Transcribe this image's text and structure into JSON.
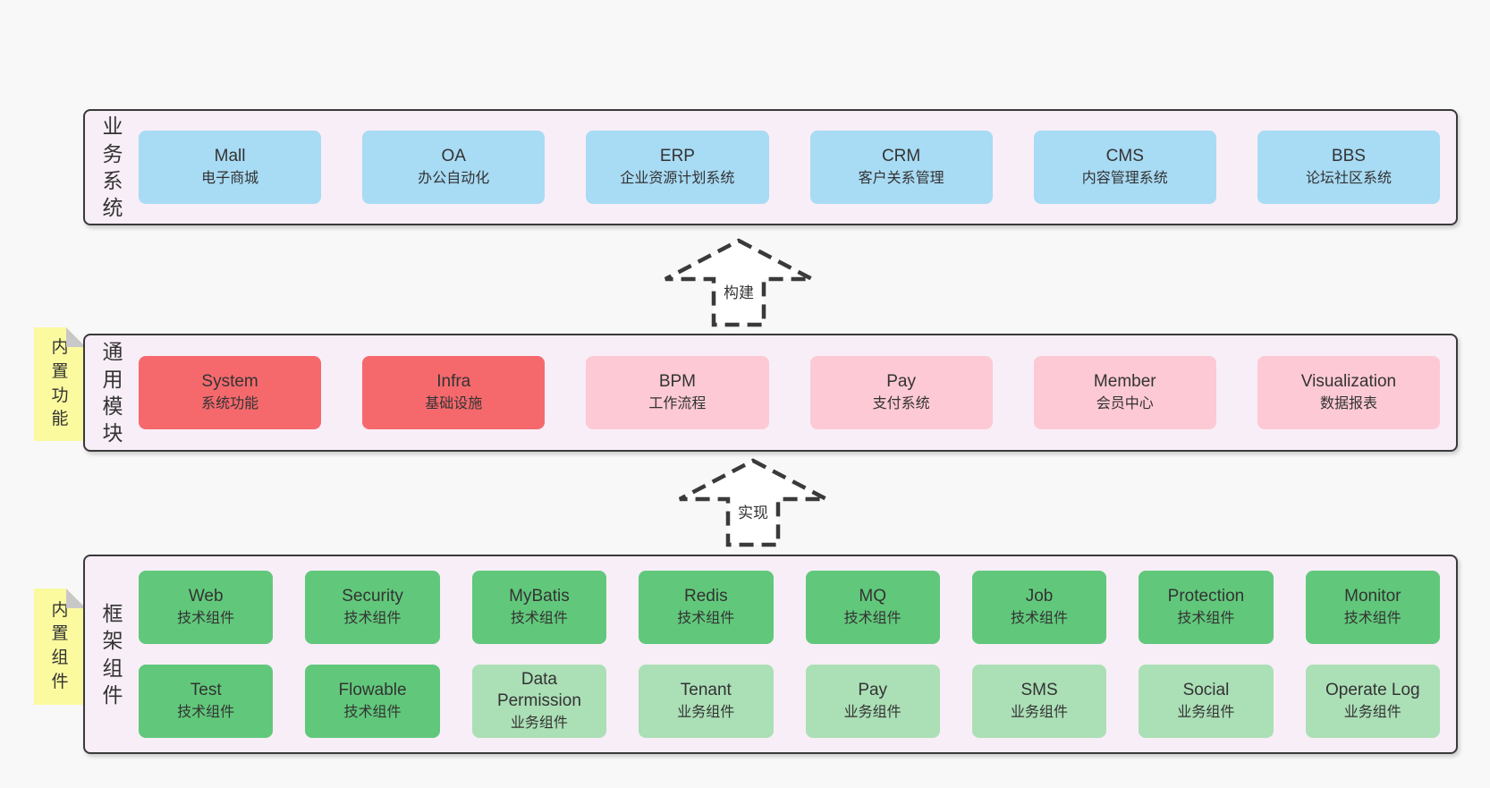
{
  "colors": {
    "page_background": "#f8f8f8",
    "band_fill": "#f8eef7",
    "band_border": "#3a3a3a",
    "blue_box": "#a8dbf4",
    "red_box": "#f5696d",
    "pink_box": "#fcc9d4",
    "green_box": "#61c87b",
    "green_light_box": "#abdfb6",
    "sticky_note": "#fbfa9f",
    "note_fold": "#c8c8c8",
    "text": "#333333"
  },
  "arrows": [
    {
      "label": "构建"
    },
    {
      "label": "实现"
    }
  ],
  "bands": [
    {
      "label": "业务系统",
      "boxes": [
        {
          "title": "Mall",
          "subtitle": "电子商城",
          "variant": "blue"
        },
        {
          "title": "OA",
          "subtitle": "办公自动化",
          "variant": "blue"
        },
        {
          "title": "ERP",
          "subtitle": "企业资源计划系统",
          "variant": "blue"
        },
        {
          "title": "CRM",
          "subtitle": "客户关系管理",
          "variant": "blue"
        },
        {
          "title": "CMS",
          "subtitle": "内容管理系统",
          "variant": "blue"
        },
        {
          "title": "BBS",
          "subtitle": "论坛社区系统",
          "variant": "blue"
        }
      ]
    },
    {
      "side_note": "内置功能",
      "label": "通用模块",
      "boxes": [
        {
          "title": "System",
          "subtitle": "系统功能",
          "variant": "red"
        },
        {
          "title": "Infra",
          "subtitle": "基础设施",
          "variant": "red"
        },
        {
          "title": "BPM",
          "subtitle": "工作流程",
          "variant": "pink"
        },
        {
          "title": "Pay",
          "subtitle": "支付系统",
          "variant": "pink"
        },
        {
          "title": "Member",
          "subtitle": "会员中心",
          "variant": "pink"
        },
        {
          "title": "Visualization",
          "subtitle": "数据报表",
          "variant": "pink"
        }
      ]
    },
    {
      "side_note": "内置组件",
      "label": "框架组件",
      "rows": [
        [
          {
            "title": "Web",
            "subtitle": "技术组件",
            "variant": "green"
          },
          {
            "title": "Security",
            "subtitle": "技术组件",
            "variant": "green"
          },
          {
            "title": "MyBatis",
            "subtitle": "技术组件",
            "variant": "green"
          },
          {
            "title": "Redis",
            "subtitle": "技术组件",
            "variant": "green"
          },
          {
            "title": "MQ",
            "subtitle": "技术组件",
            "variant": "green"
          },
          {
            "title": "Job",
            "subtitle": "技术组件",
            "variant": "green"
          },
          {
            "title": "Protection",
            "subtitle": "技术组件",
            "variant": "green"
          },
          {
            "title": "Monitor",
            "subtitle": "技术组件",
            "variant": "green"
          }
        ],
        [
          {
            "title": "Test",
            "subtitle": "技术组件",
            "variant": "green"
          },
          {
            "title": "Flowable",
            "subtitle": "技术组件",
            "variant": "green"
          },
          {
            "title": "Data Permission",
            "subtitle": "业务组件",
            "variant": "green-light"
          },
          {
            "title": "Tenant",
            "subtitle": "业务组件",
            "variant": "green-light"
          },
          {
            "title": "Pay",
            "subtitle": "业务组件",
            "variant": "green-light"
          },
          {
            "title": "SMS",
            "subtitle": "业务组件",
            "variant": "green-light"
          },
          {
            "title": "Social",
            "subtitle": "业务组件",
            "variant": "green-light"
          },
          {
            "title": "Operate Log",
            "subtitle": "业务组件",
            "variant": "green-light"
          }
        ]
      ]
    }
  ]
}
